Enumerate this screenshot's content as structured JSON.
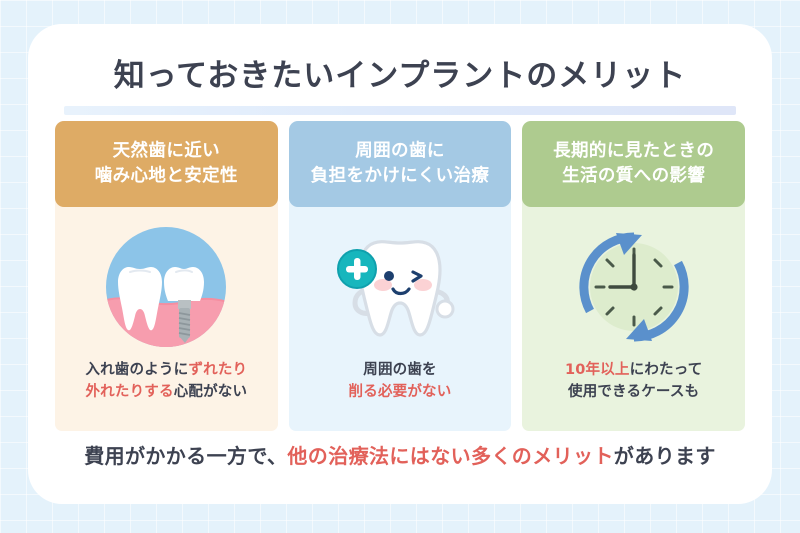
{
  "colors": {
    "background": "#e4f2fb",
    "panel": "#ffffff",
    "text_dark": "#3d4251",
    "highlight_red": "#e2615a",
    "card1_header": "#deab65",
    "card1_body": "#fdf3e6",
    "card2_header": "#a4c9e4",
    "card2_body": "#e8f4fc",
    "card3_header": "#aecb8f",
    "card3_body": "#e9f3de",
    "teal_badge": "#17b6bd",
    "clock_arrow_blue": "#5a90cc"
  },
  "header": {
    "title": "知っておきたいインプラントのメリット"
  },
  "cards": [
    {
      "id": "natural",
      "header_line1": "天然歯に近い",
      "header_line2": "噛み心地と安定性",
      "icon": "implant-vs-natural-tooth-icon",
      "caption": {
        "line1_dark": "入れ歯のように",
        "line1_highlight": "ずれたり",
        "line2_highlight": "外れたりする",
        "line2_dark": "心配がない"
      }
    },
    {
      "id": "adjacent",
      "header_line1": "周囲の歯に",
      "header_line2": "負担をかけにくい治療",
      "icon": "happy-tooth-with-plus-badge-icon",
      "caption": {
        "line1_dark": "周囲の歯を",
        "line1_highlight": "",
        "line2_highlight": "削る必要がない",
        "line2_dark": ""
      }
    },
    {
      "id": "longterm",
      "header_line1": "長期的に見たときの",
      "header_line2": "生活の質への影響",
      "icon": "clock-with-rotation-arrows-icon",
      "caption": {
        "line1_dark": "",
        "line1_highlight": "10年以上",
        "line1_dark_tail": "にわたって",
        "line2_highlight": "",
        "line2_dark": "使用できるケースも"
      }
    }
  ],
  "footer": {
    "part1_dark": "費用がかかる一方で、",
    "part2_highlight": "他の治療法にはない多くのメリット",
    "part3_dark": "があります"
  }
}
